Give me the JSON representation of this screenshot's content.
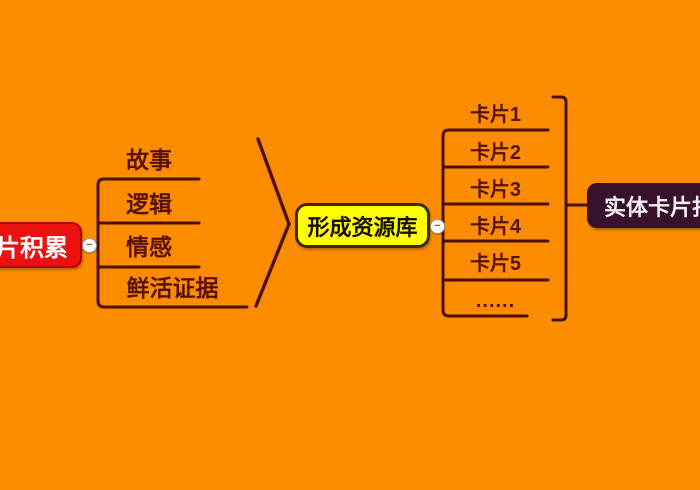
{
  "colors": {
    "background": "#FB8C00",
    "line": "#4D1005",
    "branch_text": "#581203",
    "root_bg": "#EC1111",
    "root_border": "#B80404",
    "root_text": "#FFFFFF",
    "hub_bg": "#FFFF00",
    "hub_border": "#3B2B00",
    "hub_text": "#181000",
    "result_bg": "#38122C",
    "result_text": "#F5EFF3",
    "collapse_border": "#9A9A9A"
  },
  "mindmap": {
    "root": {
      "label": "卡片积累"
    },
    "branches": [
      "故事",
      "逻辑",
      "情感",
      "鲜活证据"
    ],
    "hub": {
      "label": "形成资源库"
    },
    "cards": [
      "卡片1",
      "卡片2",
      "卡片3",
      "卡片4",
      "卡片5",
      "......"
    ],
    "result": {
      "label": "实体卡片打"
    },
    "collapse_symbol": "−"
  }
}
